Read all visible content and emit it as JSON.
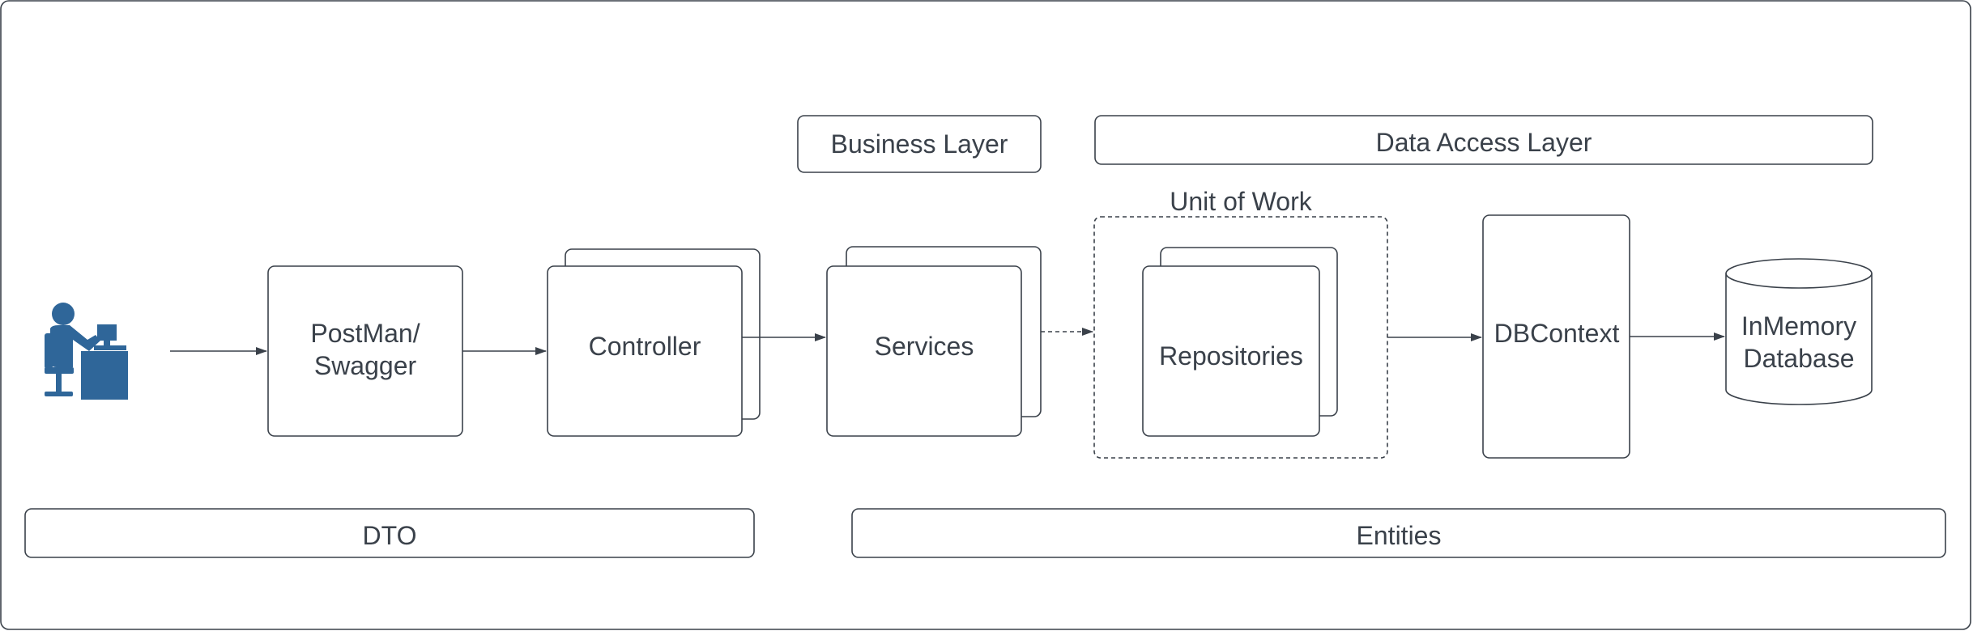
{
  "colors": {
    "stroke": "#3a414a",
    "text": "#3a414a",
    "user_icon": "#2f6699"
  },
  "icons": {
    "user": "user-at-computer-icon"
  },
  "labels": {
    "business_layer": "Business Layer",
    "data_access_layer": "Data Access Layer",
    "unit_of_work": "Unit of Work",
    "postman_line1": "PostMan/",
    "postman_line2": "Swagger",
    "controller": "Controller",
    "services": "Services",
    "repositories": "Repositories",
    "dbcontext": "DBContext",
    "database_line1": "InMemory",
    "database_line2": "Database",
    "dto": "DTO",
    "entities": "Entities"
  }
}
